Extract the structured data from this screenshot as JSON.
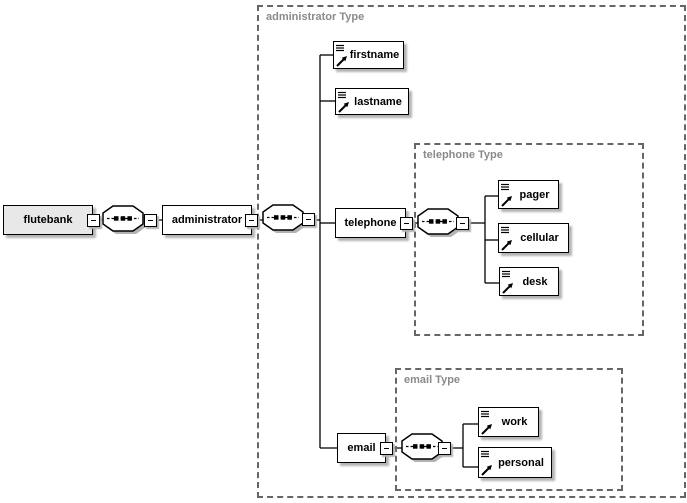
{
  "nodes": {
    "flutebank": {
      "label": "flutebank"
    },
    "administrator": {
      "label": "administrator"
    },
    "firstname": {
      "label": "firstname"
    },
    "lastname": {
      "label": "lastname"
    },
    "telephone": {
      "label": "telephone"
    },
    "email": {
      "label": "email"
    },
    "pager": {
      "label": "pager"
    },
    "cellular": {
      "label": "cellular"
    },
    "desk": {
      "label": "desk"
    },
    "work": {
      "label": "work"
    },
    "personal": {
      "label": "personal"
    }
  },
  "types": {
    "administrator": {
      "label": "administrator Type"
    },
    "telephone": {
      "label": "telephone Type"
    },
    "email": {
      "label": "email Type"
    }
  },
  "icons": {
    "collapse": "minus-icon",
    "compositor": "sequence-icon",
    "simple_content": "text-lines-icon",
    "type_ref": "diagonal-arrow-icon"
  },
  "colors": {
    "box_border": "#000000",
    "box_fill": "#ffffff",
    "root_fill": "#e8e8e8",
    "shadow": "#b3b3b3",
    "type_border": "#666666",
    "type_label": "#8a8a8a"
  }
}
